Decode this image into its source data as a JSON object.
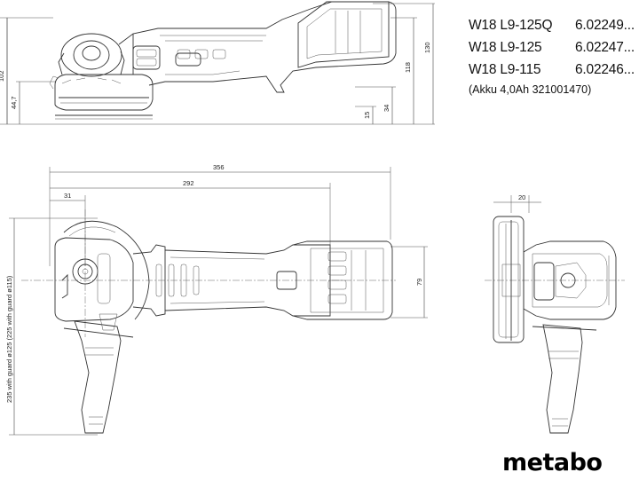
{
  "models": [
    {
      "name": "W18 L9-125Q",
      "code": "6.02249..."
    },
    {
      "name": "W18 L9-125",
      "code": "6.02247..."
    },
    {
      "name": "W18 L9-115",
      "code": "6.02246..."
    }
  ],
  "battery_note": "(Akku 4,0Ah    321001470)",
  "brand": "metabo",
  "dimensions": {
    "d102": "102",
    "d44_7": "44,7",
    "d118": "118",
    "d130": "130",
    "d15": "15",
    "d34": "34",
    "d356": "356",
    "d292": "292",
    "d31": "31",
    "d79": "79",
    "d20": "20",
    "d235": "235 with guard ø125  (225 with guard ø115)"
  },
  "colors": {
    "line": "#333333",
    "logo": "#000000"
  }
}
